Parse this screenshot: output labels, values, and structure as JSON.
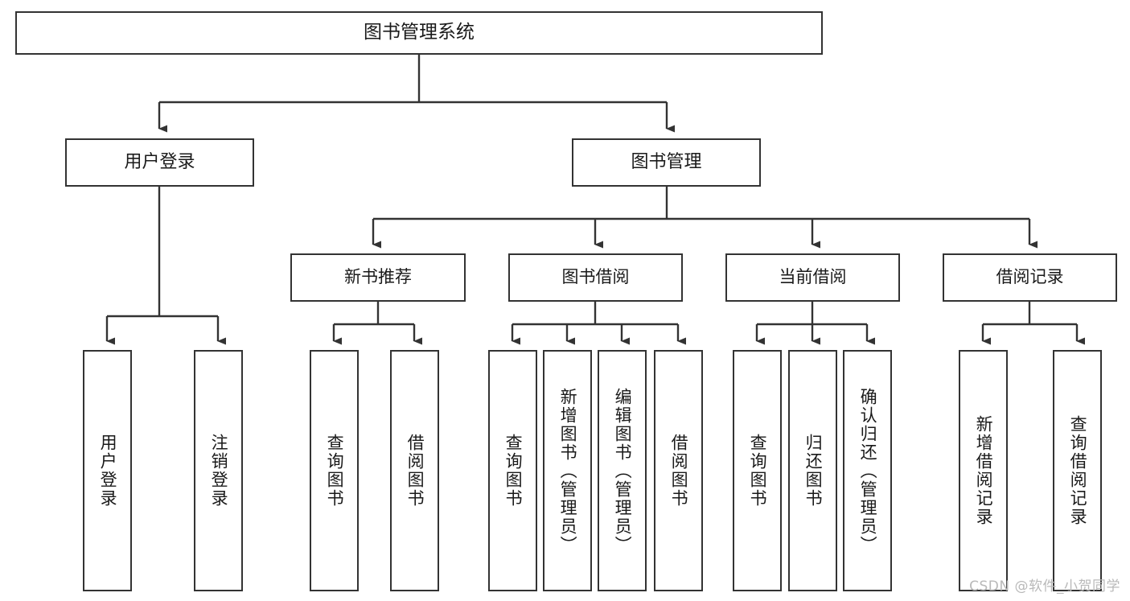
{
  "diagram": {
    "title": "图书管理系统",
    "type": "tree-hierarchy-chart",
    "watermark": "CSDN @软件_小贺同学",
    "colors": {
      "box_border": "#333333",
      "box_fill": "#ffffff",
      "connector": "#333333",
      "text": "#1a1a1a",
      "watermark": "#b9b9b9",
      "background": "#ffffff"
    }
  },
  "nodes": {
    "root": {
      "label": "图书管理系统"
    },
    "level1": [
      {
        "label": "用户登录"
      },
      {
        "label": "图书管理"
      }
    ],
    "level2": [
      {
        "label": "新书推荐"
      },
      {
        "label": "图书借阅"
      },
      {
        "label": "当前借阅"
      },
      {
        "label": "借阅记录"
      }
    ],
    "leaves": {
      "user_login": [
        {
          "label": "用户登录"
        },
        {
          "label": "注销登录"
        }
      ],
      "new_book_recommend": [
        {
          "label": "查询图书"
        },
        {
          "label": "借阅图书"
        }
      ],
      "book_borrow": [
        {
          "label": "查询图书"
        },
        {
          "label": "新增图书（管理员）"
        },
        {
          "label": "编辑图书（管理员）"
        },
        {
          "label": "借阅图书"
        }
      ],
      "current_borrow": [
        {
          "label": "查询图书"
        },
        {
          "label": "归还图书"
        },
        {
          "label": "确认归还（管理员）"
        }
      ],
      "borrow_record": [
        {
          "label": "新增借阅记录"
        },
        {
          "label": "查询借阅记录"
        }
      ]
    }
  }
}
